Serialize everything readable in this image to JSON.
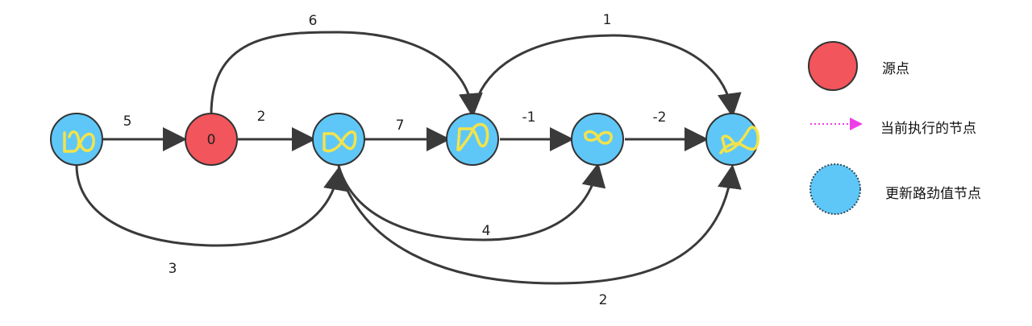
{
  "graph": {
    "source_label": "0",
    "edge_weights": {
      "a_s": "5",
      "s_b": "2",
      "s_c": "6",
      "b_c": "7",
      "c_d": "-1",
      "d_e": "-2",
      "c_e": "1",
      "a_b": "3",
      "b_d": "4",
      "b_e": "2"
    }
  },
  "legend": {
    "source": "源点",
    "current": "当前执行的节点",
    "updated": "更新路劲值节点"
  },
  "colors": {
    "source_fill": "#f2555b",
    "node_fill": "#5ec7f8",
    "edge": "#3a3a3a",
    "current_arrow": "#ee3fe6",
    "scribble": "#f3e34a"
  }
}
